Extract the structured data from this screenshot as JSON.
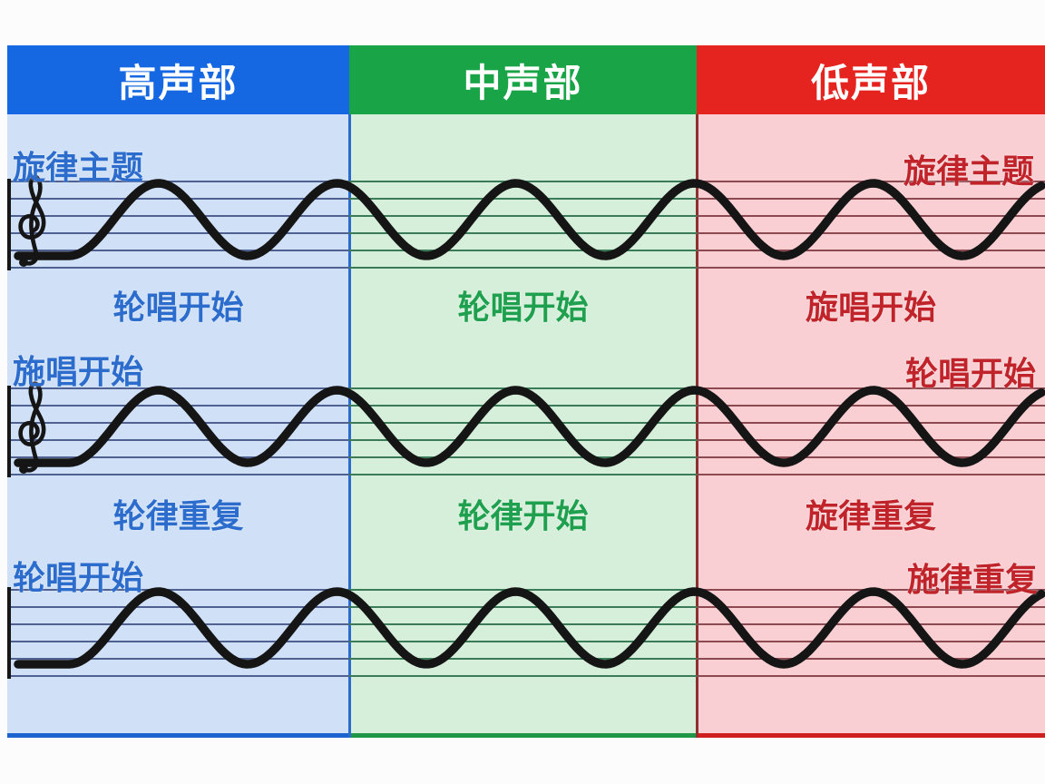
{
  "columns": [
    {
      "header": "高声部",
      "header_bg": "#1668e2",
      "body_bg": "#cfe0f7",
      "label_color": "#2b6ccd",
      "bottom_border": "#1d63cf",
      "gap1_label": "轮唱开始",
      "gap2_label": "轮律重复"
    },
    {
      "header": "中声部",
      "header_bg": "#18a447",
      "body_bg": "#d6efda",
      "label_color": "#1fa04f",
      "bottom_border": "#1f9747",
      "gap1_label": "轮唱开始",
      "gap2_label": "轮律开始"
    },
    {
      "header": "低声部",
      "header_bg": "#e52420",
      "body_bg": "#f9cfd3",
      "label_color": "#c0242a",
      "bottom_border": "#d01f1f",
      "gap1_label": "旋唱开始",
      "gap2_label": "旋律重复"
    }
  ],
  "staff_annotations": {
    "row1_left": {
      "text": "旋律主题",
      "col": 0
    },
    "row1_right": {
      "text": "旋律主题",
      "col": 2
    },
    "row2_left": {
      "text": "施唱开始",
      "col": 0
    },
    "row2_right": {
      "text": "轮唱开始",
      "col": 2
    },
    "row3_left": {
      "text": "轮唱开始",
      "col": 0
    },
    "row3_right": {
      "text": "施律重复",
      "col": 2
    }
  },
  "score": {
    "staves_count": 3,
    "lines_per_staff": 6,
    "clef": "treble-clef",
    "clef_on_staves": [
      1,
      2
    ],
    "wave_color": "#151515",
    "barline_color": "#161616",
    "staff_line_colors": [
      "#4f6190",
      "#3a7b58",
      "#8c4a50"
    ],
    "divider_colors": [
      "#2b6bd0",
      "#8c3030"
    ]
  }
}
